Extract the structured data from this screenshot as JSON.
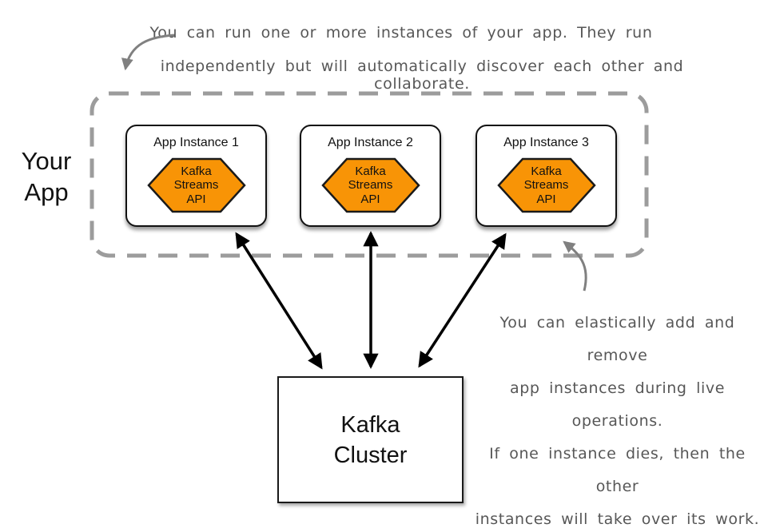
{
  "colors": {
    "hexagon_fill": "#F89406",
    "hexagon_border": "#1a1a1a",
    "dashed_border_gray": "#9C9C9C",
    "annotation_gray": "#575757",
    "arrow_black": "#000000",
    "arrow_gray": "#808080",
    "background": "#FFFFFF"
  },
  "annotations": {
    "top": {
      "line1": "You can run one or more instances of your app.  They run",
      "line2": "independently but will automatically discover each other and collaborate."
    },
    "right": {
      "line1": "You can elastically add and remove",
      "line2": "app instances during live operations.",
      "line3": "If one instance dies, then the other",
      "line4": "instances will take over its work."
    }
  },
  "your_app_label": "Your\nApp",
  "instances": [
    {
      "title": "App Instance 1",
      "api_label": "Kafka\nStreams\nAPI"
    },
    {
      "title": "App Instance 2",
      "api_label": "Kafka\nStreams\nAPI"
    },
    {
      "title": "App Instance 3",
      "api_label": "Kafka\nStreams\nAPI"
    }
  ],
  "cluster": {
    "label": "Kafka\nCluster"
  }
}
